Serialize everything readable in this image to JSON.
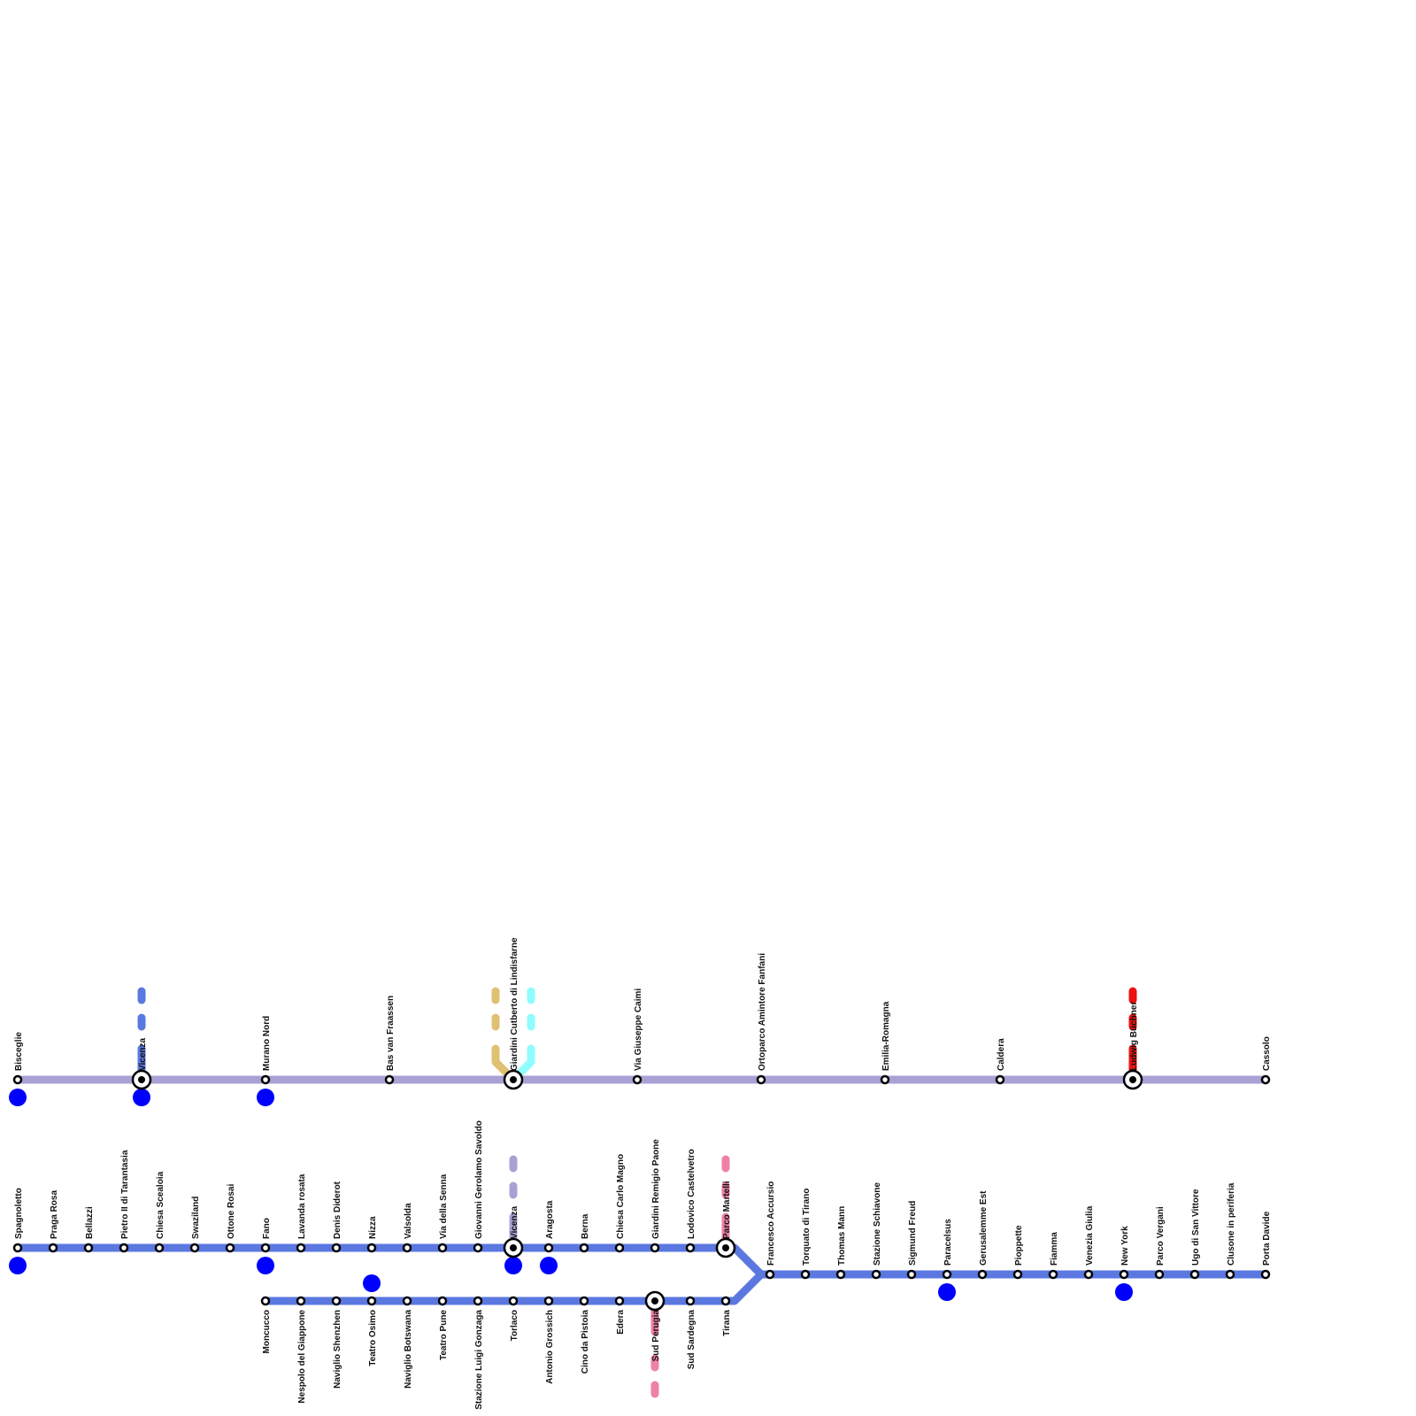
{
  "colors": {
    "lilac": "#a9a1d4",
    "blue": "#5b78e0",
    "gold": "#e0c072",
    "cyan": "#8ffcff",
    "pink": "#ee82a6",
    "red": "#ee1111",
    "marker": "#0000ff"
  },
  "lines": [
    {
      "id": "lilac-line",
      "color": "lilac"
    },
    {
      "id": "blue-line-a",
      "color": "blue"
    },
    {
      "id": "blue-line-b",
      "color": "blue"
    },
    {
      "id": "blue-line-c",
      "color": "blue"
    }
  ],
  "stations": {
    "row1": [
      {
        "name": "Bisceglie",
        "marker": true
      },
      {
        "name": "Vicenza",
        "interchange": true,
        "marker": true
      },
      {
        "name": "Murano Nord",
        "marker": true
      },
      {
        "name": "Bas van Fraassen"
      },
      {
        "name": "Giardini Cutberto di Lindisfarne",
        "interchange": true
      },
      {
        "name": "Via Giuseppe Caimi"
      },
      {
        "name": "Ortoparco Amintore Fanfani"
      },
      {
        "name": "Emilia-Romagna"
      },
      {
        "name": "Caldera"
      },
      {
        "name": "Ludwig Büchner",
        "interchange": true
      },
      {
        "name": "Cassolo"
      }
    ],
    "row2": [
      {
        "name": "Spagnoletto",
        "marker": true
      },
      {
        "name": "Praga Rosa"
      },
      {
        "name": "Bellazzi"
      },
      {
        "name": "Pietro II di Tarantasia"
      },
      {
        "name": "Chiesa Scealoia"
      },
      {
        "name": "Swaziland"
      },
      {
        "name": "Ottone Rosai"
      },
      {
        "name": "Fano",
        "marker": true
      },
      {
        "name": "Lavanda rosata"
      },
      {
        "name": "Denis Diderot"
      },
      {
        "name": "Nizza"
      },
      {
        "name": "Valsolda"
      },
      {
        "name": "Via della Senna"
      },
      {
        "name": "Giovanni Gerolamo Savoldo"
      },
      {
        "name": "Vicenza",
        "interchange": true,
        "marker": true
      },
      {
        "name": "Aragosta",
        "marker": true
      },
      {
        "name": "Berna"
      },
      {
        "name": "Chiesa Carlo Magno"
      },
      {
        "name": "Giardini Remigio Paone"
      },
      {
        "name": "Lodovico Castelvetro"
      },
      {
        "name": "Parco Martelli",
        "interchange": true
      }
    ],
    "row3": [
      {
        "name": "Francesco Accursio"
      },
      {
        "name": "Torquato di Tirano"
      },
      {
        "name": "Thomas Mann"
      },
      {
        "name": "Stazione Schiavone"
      },
      {
        "name": "Sigmund Freud"
      },
      {
        "name": "Paracelsus",
        "marker": true
      },
      {
        "name": "Gerusalemme Est"
      },
      {
        "name": "Pioppette"
      },
      {
        "name": "Fiamma"
      },
      {
        "name": "Venezia Giulia"
      },
      {
        "name": "New York",
        "marker": true
      },
      {
        "name": "Parco Vergani"
      },
      {
        "name": "Ugo di San Vittore"
      },
      {
        "name": "Clusone in periferia"
      },
      {
        "name": "Porta Davide"
      }
    ],
    "row4": [
      {
        "name": "Moncucco"
      },
      {
        "name": "Nespolo del Giappone"
      },
      {
        "name": "Naviglio Shenzhen"
      },
      {
        "name": "Teatro Osimo",
        "marker": true
      },
      {
        "name": "Naviglio Botswana"
      },
      {
        "name": "Teatro Pune"
      },
      {
        "name": "Stazione Luigi Gonzaga"
      },
      {
        "name": "Torlaco"
      },
      {
        "name": "Antonio Grossich"
      },
      {
        "name": "Cino da Pistoia"
      },
      {
        "name": "Edera"
      },
      {
        "name": "Sud Perugia",
        "interchange": true
      },
      {
        "name": "Sud Sardegna"
      },
      {
        "name": "Tirana"
      }
    ]
  },
  "stubs": [
    {
      "id": "stub-vicenza-blue",
      "color": "blue"
    },
    {
      "id": "stub-giardini-gold",
      "color": "gold"
    },
    {
      "id": "stub-giardini-cyan",
      "color": "cyan"
    },
    {
      "id": "stub-buechner-red",
      "color": "red"
    },
    {
      "id": "stub-vicenza-lilac",
      "color": "lilac"
    },
    {
      "id": "stub-martelli-pink",
      "color": "pink"
    },
    {
      "id": "stub-perugia-pink",
      "color": "pink"
    }
  ]
}
